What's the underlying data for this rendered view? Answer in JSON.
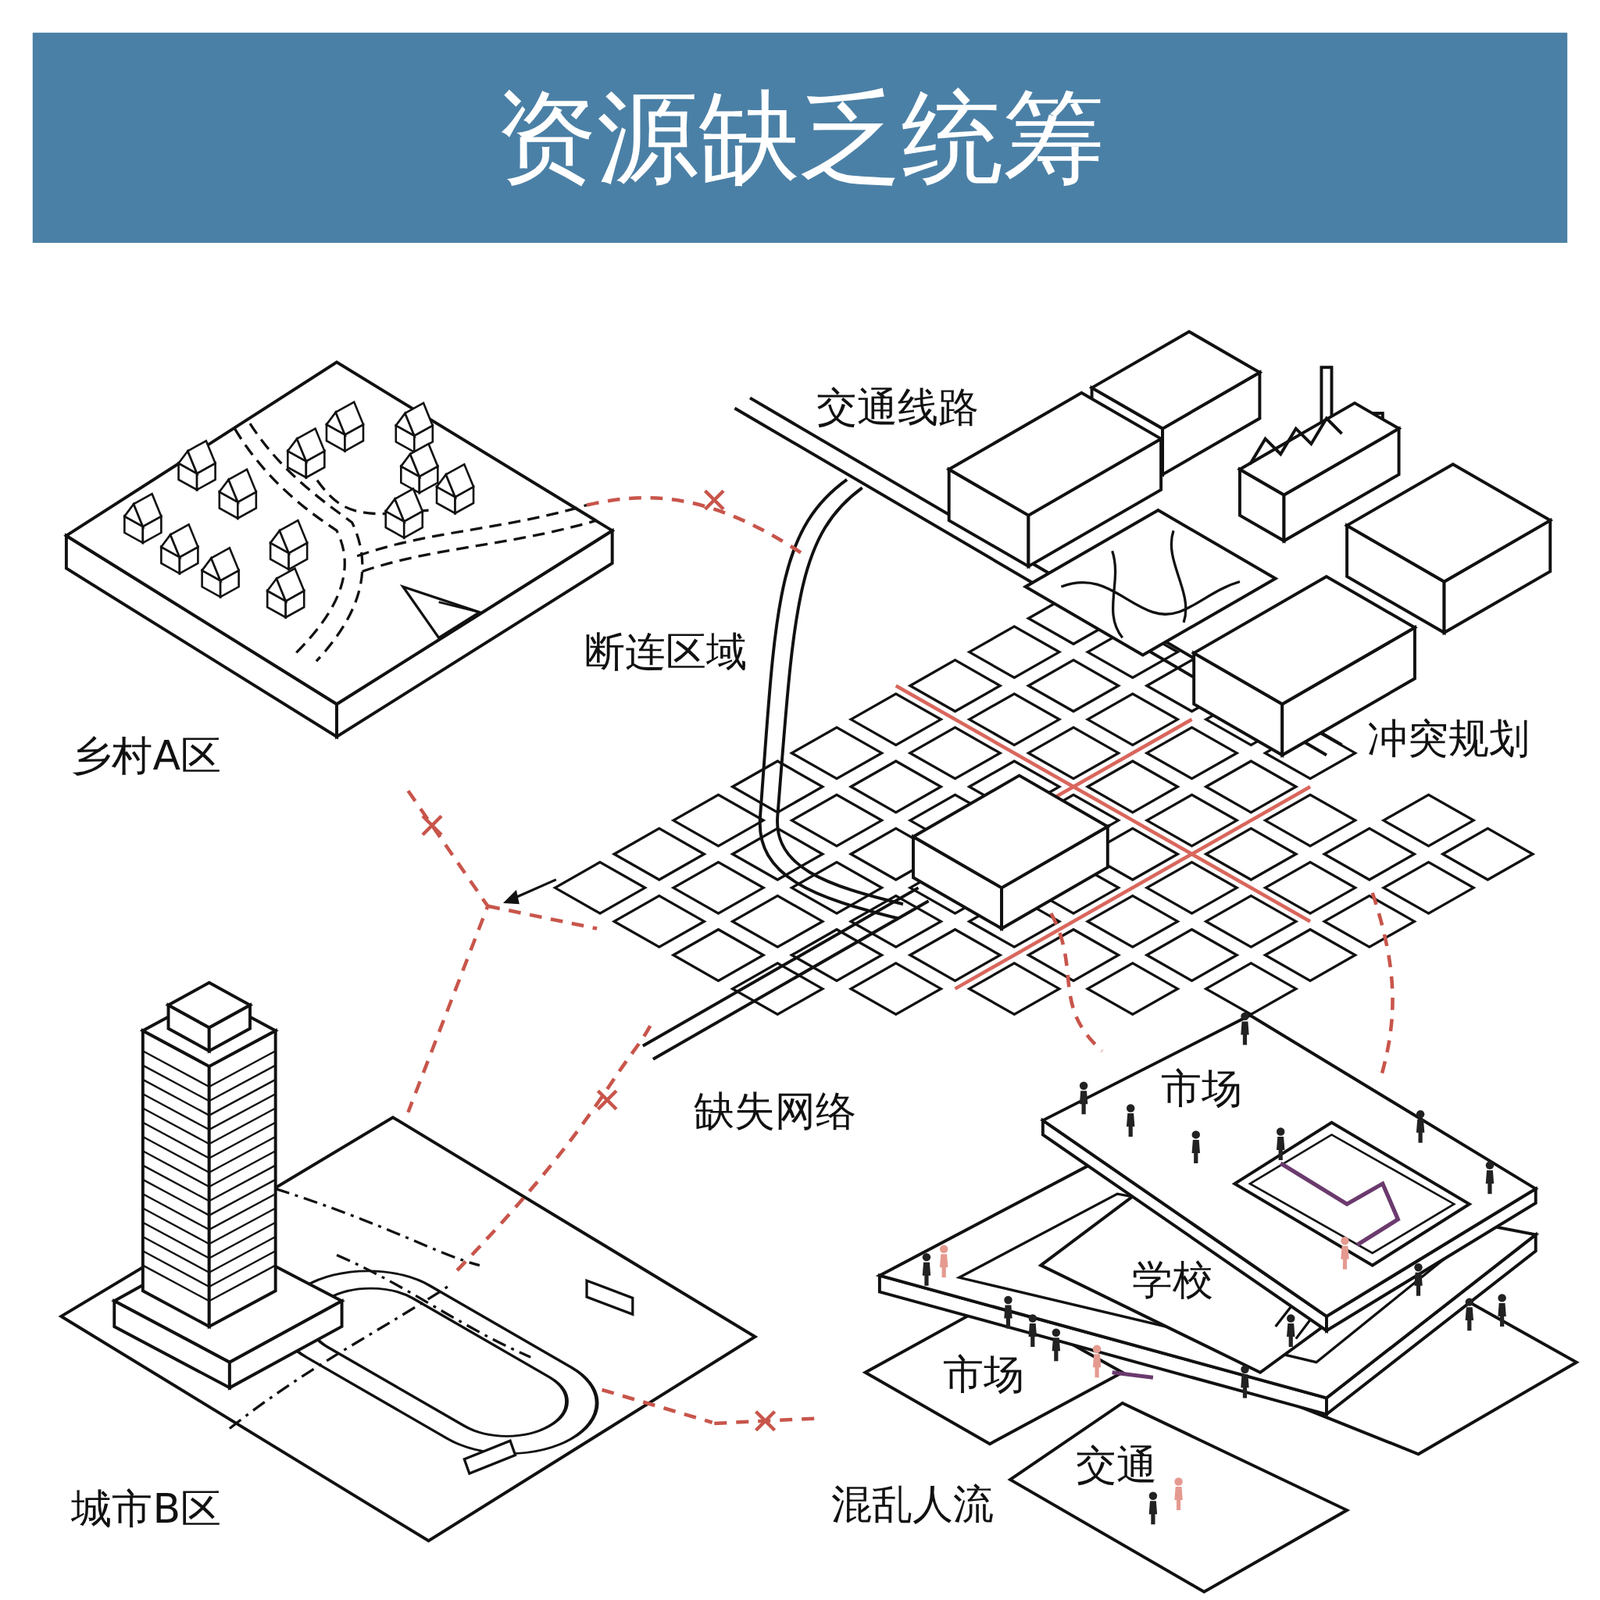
{
  "diagram": {
    "title": "资源缺乏统筹",
    "nodes": [
      {
        "text": [
          "乡村A区"
        ]
      },
      {
        "text": [
          "城市B区"
        ]
      },
      {
        "text": [
          "混乱人流"
        ]
      },
      {
        "text": [
          "市场"
        ],
        "in": 2
      },
      {
        "text": [
          "学校"
        ],
        "in": 2
      },
      {
        "text": [
          "市场"
        ],
        "in": 2
      },
      {
        "text": [
          "交通"
        ],
        "in": 2
      }
    ],
    "edges": [
      {
        "from": 0,
        "to": 1,
        "arrow": "none"
      },
      {
        "from": 1,
        "to": 2,
        "arrow": "none"
      }
    ],
    "labels": [
      "交通线路",
      "断连区域",
      "冲突规划",
      "缺失网络"
    ]
  }
}
